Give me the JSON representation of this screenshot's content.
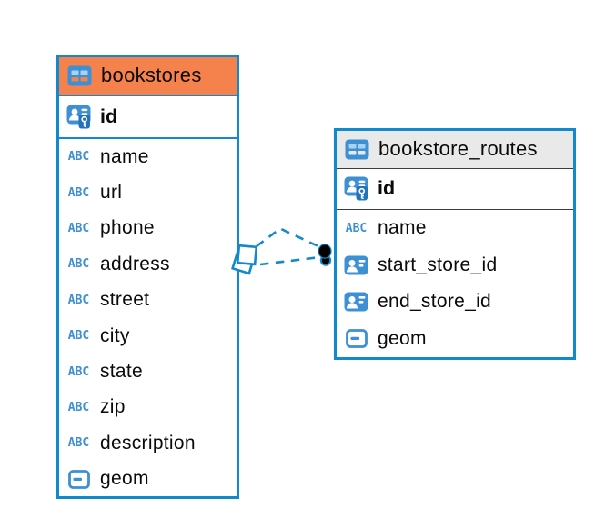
{
  "diagram": {
    "background_color": "#ffffff",
    "accent_color": "#1389CD",
    "icon_color": "#3E90D4",
    "text_icon_label": "ABC",
    "tables": [
      {
        "name": "bookstores",
        "header_color": "#F5814C",
        "header_icon": "table-icon",
        "primary_key": {
          "name": "id",
          "icon": "person-key-icon"
        },
        "columns": [
          {
            "name": "name",
            "icon": "text-icon"
          },
          {
            "name": "url",
            "icon": "text-icon"
          },
          {
            "name": "phone",
            "icon": "text-icon"
          },
          {
            "name": "address",
            "icon": "text-icon"
          },
          {
            "name": "street",
            "icon": "text-icon"
          },
          {
            "name": "city",
            "icon": "text-icon"
          },
          {
            "name": "state",
            "icon": "text-icon"
          },
          {
            "name": "zip",
            "icon": "text-icon"
          },
          {
            "name": "description",
            "icon": "text-icon"
          },
          {
            "name": "geom",
            "icon": "geometry-icon"
          }
        ]
      },
      {
        "name": "bookstore_routes",
        "header_color": "#E9E9E9",
        "header_icon": "table-icon",
        "primary_key": {
          "name": "id",
          "icon": "person-key-icon"
        },
        "columns": [
          {
            "name": "name",
            "icon": "text-icon"
          },
          {
            "name": "start_store_id",
            "icon": "person-card-icon"
          },
          {
            "name": "end_store_id",
            "icon": "person-card-icon"
          },
          {
            "name": "geom",
            "icon": "geometry-icon"
          }
        ]
      }
    ],
    "relationship": {
      "style": "dashed",
      "line_color": "#1389CD",
      "from_table": "bookstores",
      "to_table": "bookstore_routes",
      "from_marker": "overlapping-squares",
      "to_marker": "stacked-black-dots",
      "edge_count": 2
    }
  }
}
